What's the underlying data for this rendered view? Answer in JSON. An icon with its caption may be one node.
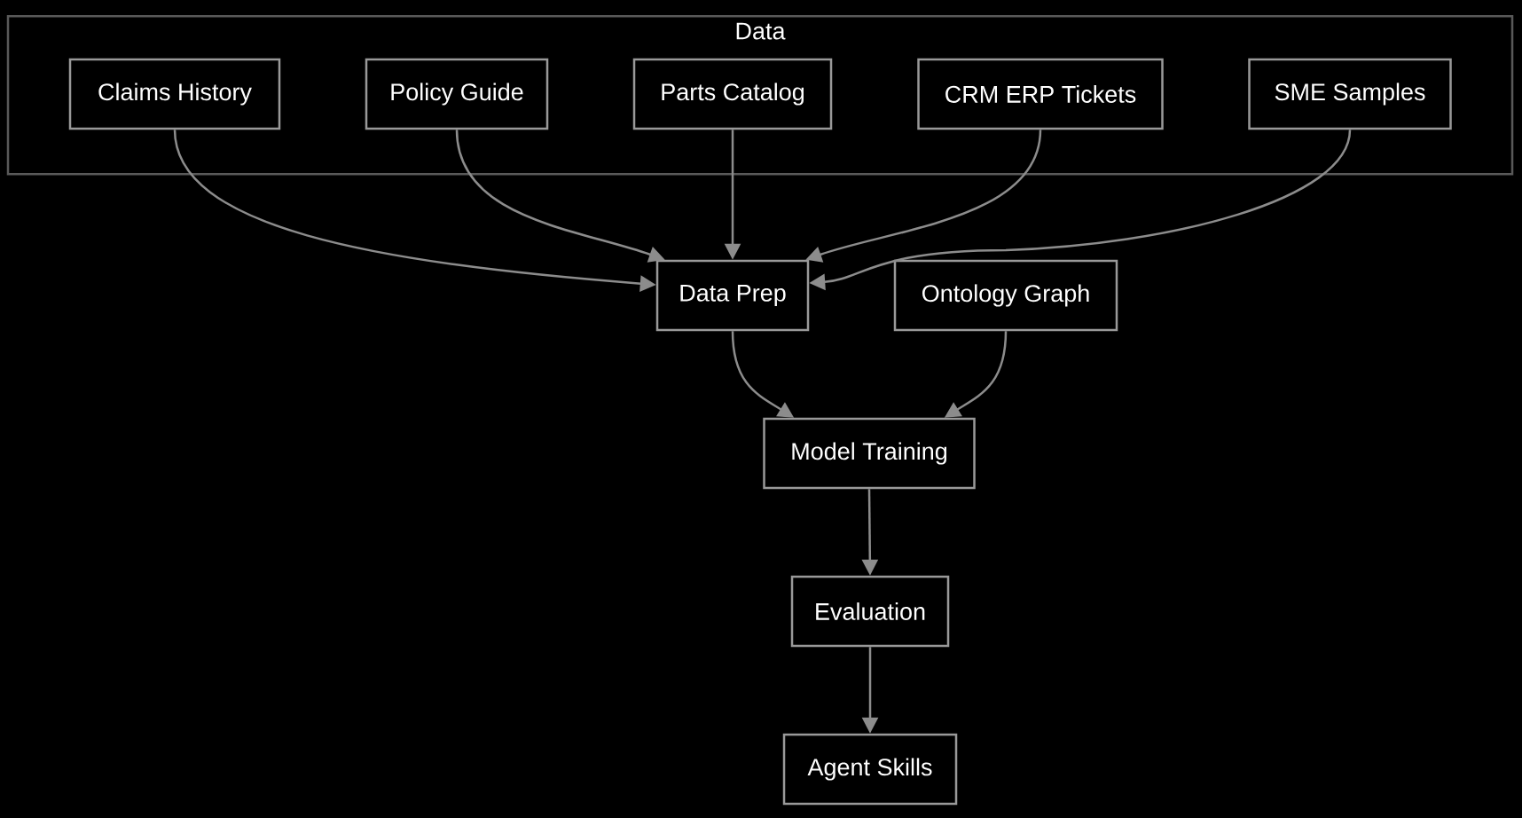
{
  "diagram": {
    "nodes": [
      {
        "text": [
          "Data"
        ]
      },
      {
        "text": [
          "Claims History"
        ],
        "in": 0
      },
      {
        "text": [
          "Policy Guide"
        ],
        "in": 0
      },
      {
        "text": [
          "Parts Catalog"
        ],
        "in": 0
      },
      {
        "text": [
          "CRM ERP Tickets"
        ],
        "in": 0
      },
      {
        "text": [
          "SME Samples"
        ],
        "in": 0
      },
      {
        "text": [
          "Data Prep"
        ]
      },
      {
        "text": [
          "Ontology Graph"
        ]
      },
      {
        "text": [
          "Model Training"
        ]
      },
      {
        "text": [
          "Evaluation"
        ]
      },
      {
        "text": [
          "Agent Skills"
        ]
      }
    ],
    "edges": [
      {
        "from": 1,
        "to": 6,
        "arrow": "to"
      },
      {
        "from": 2,
        "to": 6,
        "arrow": "to"
      },
      {
        "from": 3,
        "to": 6,
        "arrow": "to"
      },
      {
        "from": 4,
        "to": 6,
        "arrow": "to"
      },
      {
        "from": 5,
        "to": 6,
        "arrow": "to"
      },
      {
        "from": 6,
        "to": 8,
        "arrow": "to"
      },
      {
        "from": 7,
        "to": 8,
        "arrow": "to"
      },
      {
        "from": 8,
        "to": 9,
        "arrow": "to"
      },
      {
        "from": 9,
        "to": 10,
        "arrow": "to"
      }
    ]
  }
}
